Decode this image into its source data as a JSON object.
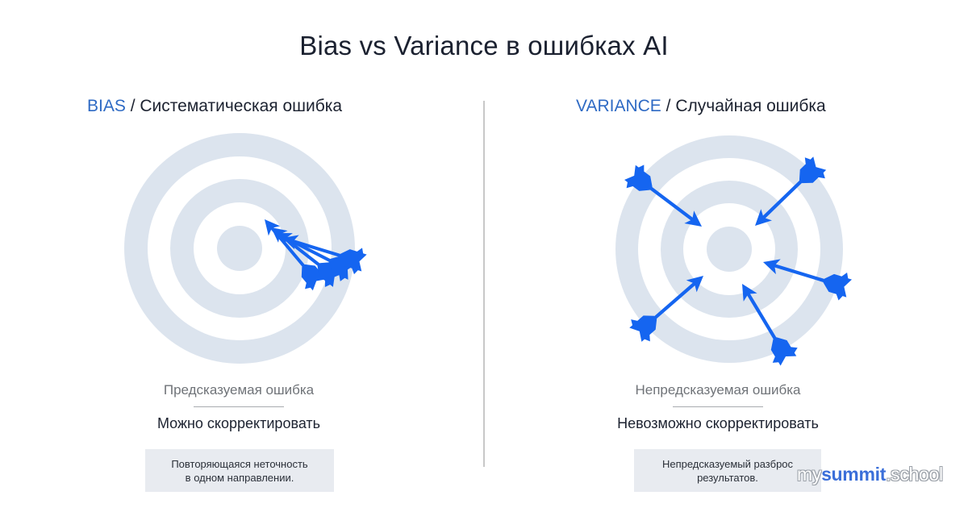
{
  "title": "Bias vs Variance в ошибках AI",
  "colors": {
    "accent_label": "#2e6ac4",
    "arrow": "#1565f0",
    "ring": "#dce4ee",
    "note_bg": "#e8ebf0",
    "divider": "#c8c8c8"
  },
  "bias": {
    "keyword": "BIAS",
    "separator": " / ",
    "heading": "Систематическая ошибка",
    "subtitle": "Предсказуемая ошибка",
    "verdict": "Можно скорректировать",
    "note_line1": "Повторяющаяся неточность",
    "note_line2": "в одном направлении.",
    "icon": "target-with-clustered-arrows",
    "arrow_count": 4
  },
  "variance": {
    "keyword": "VARIANCE",
    "separator": " / ",
    "heading": "Случайная ошибка",
    "subtitle": "Непредсказуемая ошибка",
    "verdict": "Невозможно скорректировать",
    "note_line1": "Непредсказуемый разброс",
    "note_line2": "результатов.",
    "icon": "target-with-scattered-arrows",
    "arrow_count": 5
  },
  "watermark": {
    "prefix": "my",
    "brand": "summit",
    "suffix": ".school"
  }
}
